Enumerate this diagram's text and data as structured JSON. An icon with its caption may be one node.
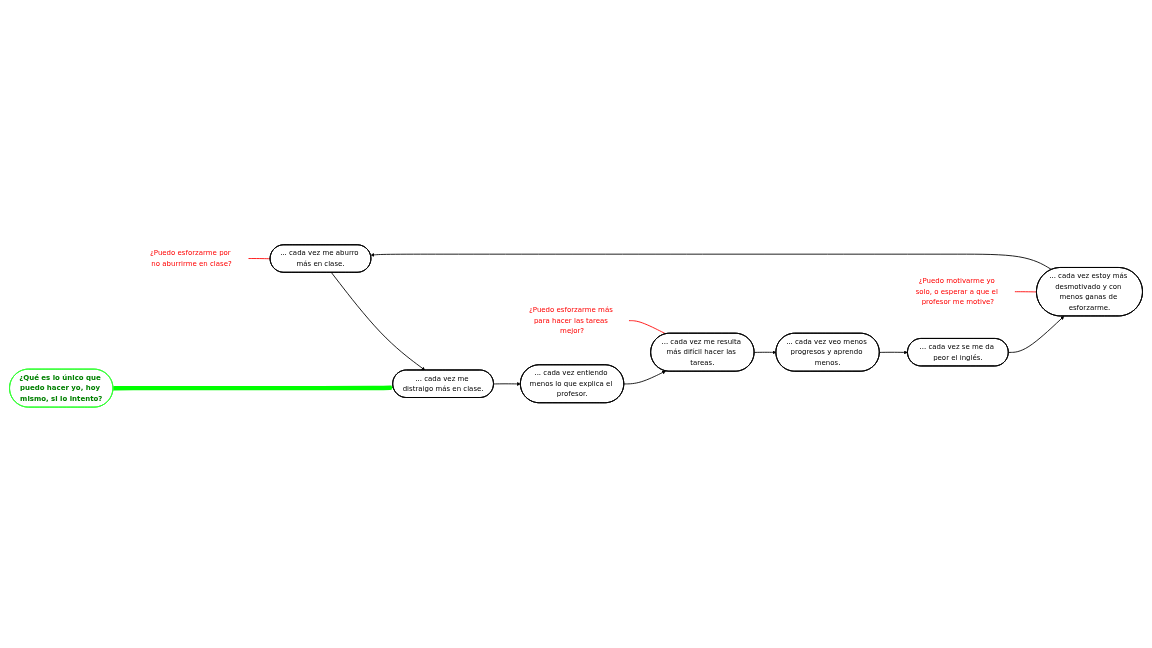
{
  "diagram": {
    "nodes": [
      {
        "text": [
          "... cada vez me aburro más en clase."
        ]
      },
      {
        "text": [
          "... cada vez me distraigo más en clase."
        ]
      },
      {
        "text": [
          "... cada vez entiendo menos lo que explica el profesor."
        ]
      },
      {
        "text": [
          "... cada vez me resulta más difícil hacer las tareas."
        ]
      },
      {
        "text": [
          "... cada vez veo menos progresos y aprendo menos."
        ]
      },
      {
        "text": [
          "... cada vez se me da peor el inglés."
        ]
      },
      {
        "text": [
          "... cada vez estoy más desmotivado y con menos ganas de esforzarme."
        ]
      },
      {
        "text": [
          "¿Qué es lo único que puedo hacer yo, hoy mismo, si lo intento?"
        ]
      },
      {
        "text": [
          "¿Puedo motivarme yo solo, o esperar a que el profesor me motive?"
        ]
      },
      {
        "text": [
          "¿Puedo esforzarme por no aburrirme en clase?"
        ]
      },
      {
        "text": [
          "¿Puedo esforzarme más para hacer las tareas mejor?"
        ]
      }
    ],
    "edges": [
      {
        "from": 6,
        "to": 0,
        "arrow": "to"
      },
      {
        "from": 0,
        "to": 1,
        "arrow": "to"
      },
      {
        "from": 1,
        "to": 2,
        "arrow": "to"
      },
      {
        "from": 2,
        "to": 3,
        "arrow": "to"
      },
      {
        "from": 3,
        "to": 4,
        "arrow": "to"
      },
      {
        "from": 4,
        "to": 5,
        "arrow": "to"
      },
      {
        "from": 5,
        "to": 6,
        "arrow": "to"
      },
      {
        "from": 7,
        "to": 1,
        "arrow": "to",
        "style": "thick",
        "color": "#00ff00"
      },
      {
        "from": 8,
        "to": 6,
        "arrow": "none",
        "color": "#ff0000"
      },
      {
        "from": 9,
        "to": 0,
        "arrow": "none",
        "color": "#ff0000"
      },
      {
        "from": 10,
        "to": 3,
        "arrow": "none",
        "color": "#ff0000"
      }
    ]
  }
}
